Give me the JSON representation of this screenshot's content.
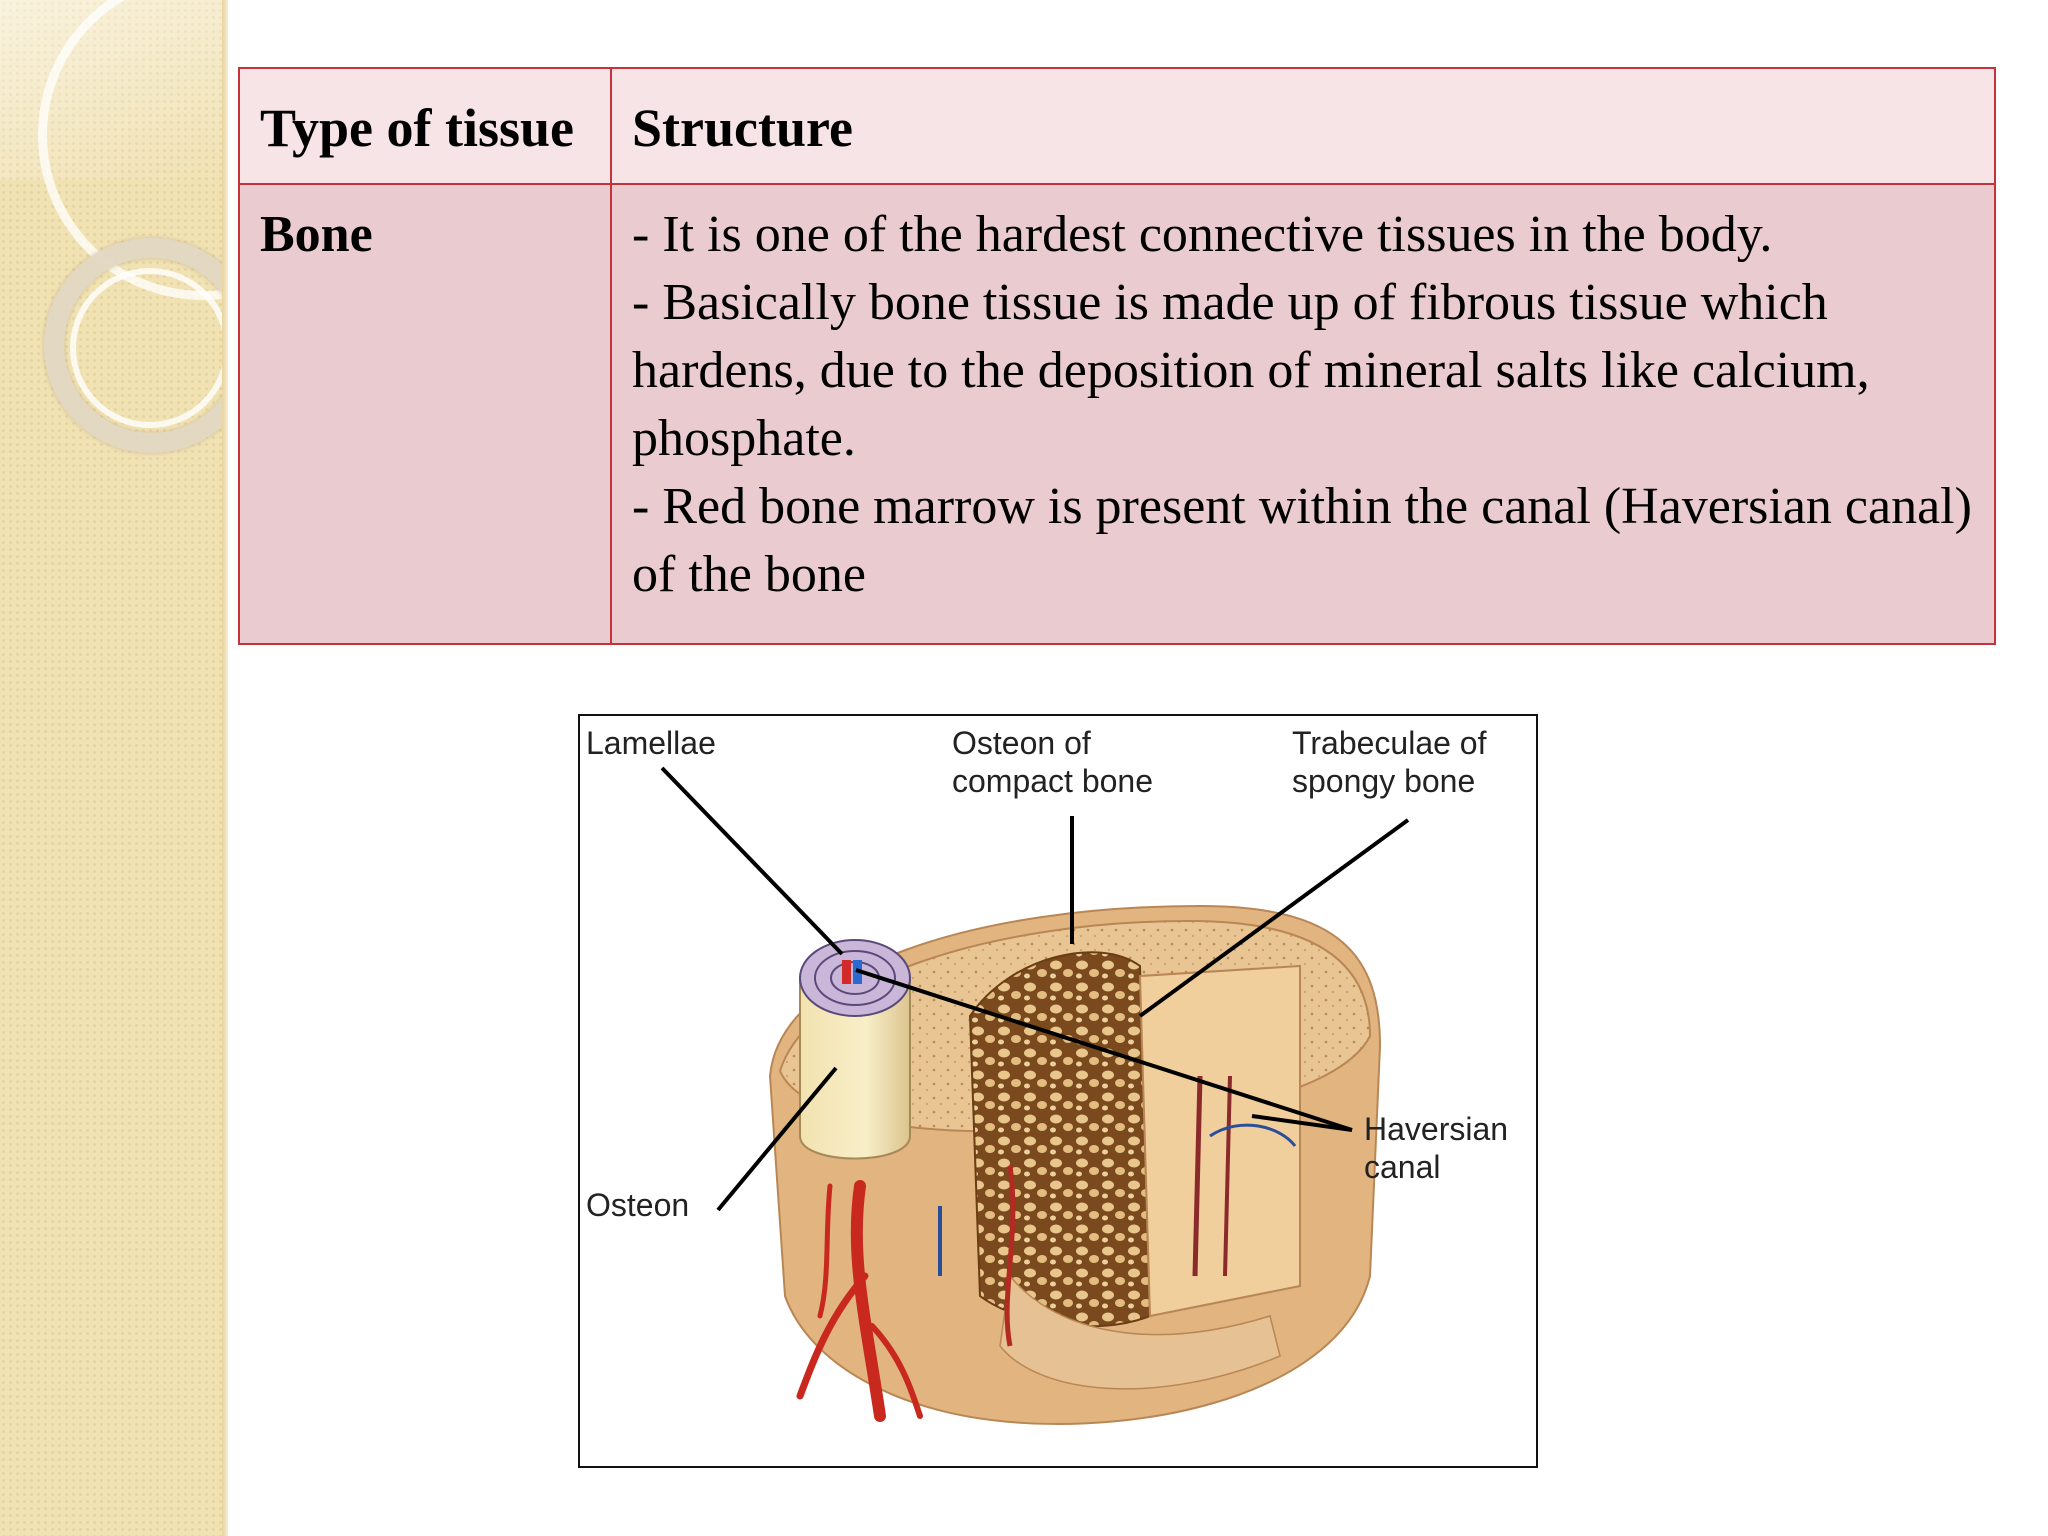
{
  "table": {
    "headers": [
      "Type of tissue",
      "Structure"
    ],
    "row": {
      "type": "Bone",
      "structure_lines": [
        "- It is one of the hardest connective tissues in the body.",
        "- Basically bone tissue is made up of fibrous tissue which hardens, due to the deposition of mineral salts like calcium, phosphate.",
        "- Red bone marrow is present within the canal (Haversian canal) of the bone"
      ]
    }
  },
  "diagram": {
    "labels": {
      "lamellae": "Lamellae",
      "osteon_compact": "Osteon of\ncompact bone",
      "trabeculae": "Trabeculae of\nspongy bone",
      "haversian": "Haversian\ncanal",
      "osteon": "Osteon"
    }
  },
  "colors": {
    "table_border": "#c4323c",
    "header_bg": "#f6e4e7",
    "body_bg": "#e9cbd0",
    "strip_bg": "#f1e2b4"
  }
}
